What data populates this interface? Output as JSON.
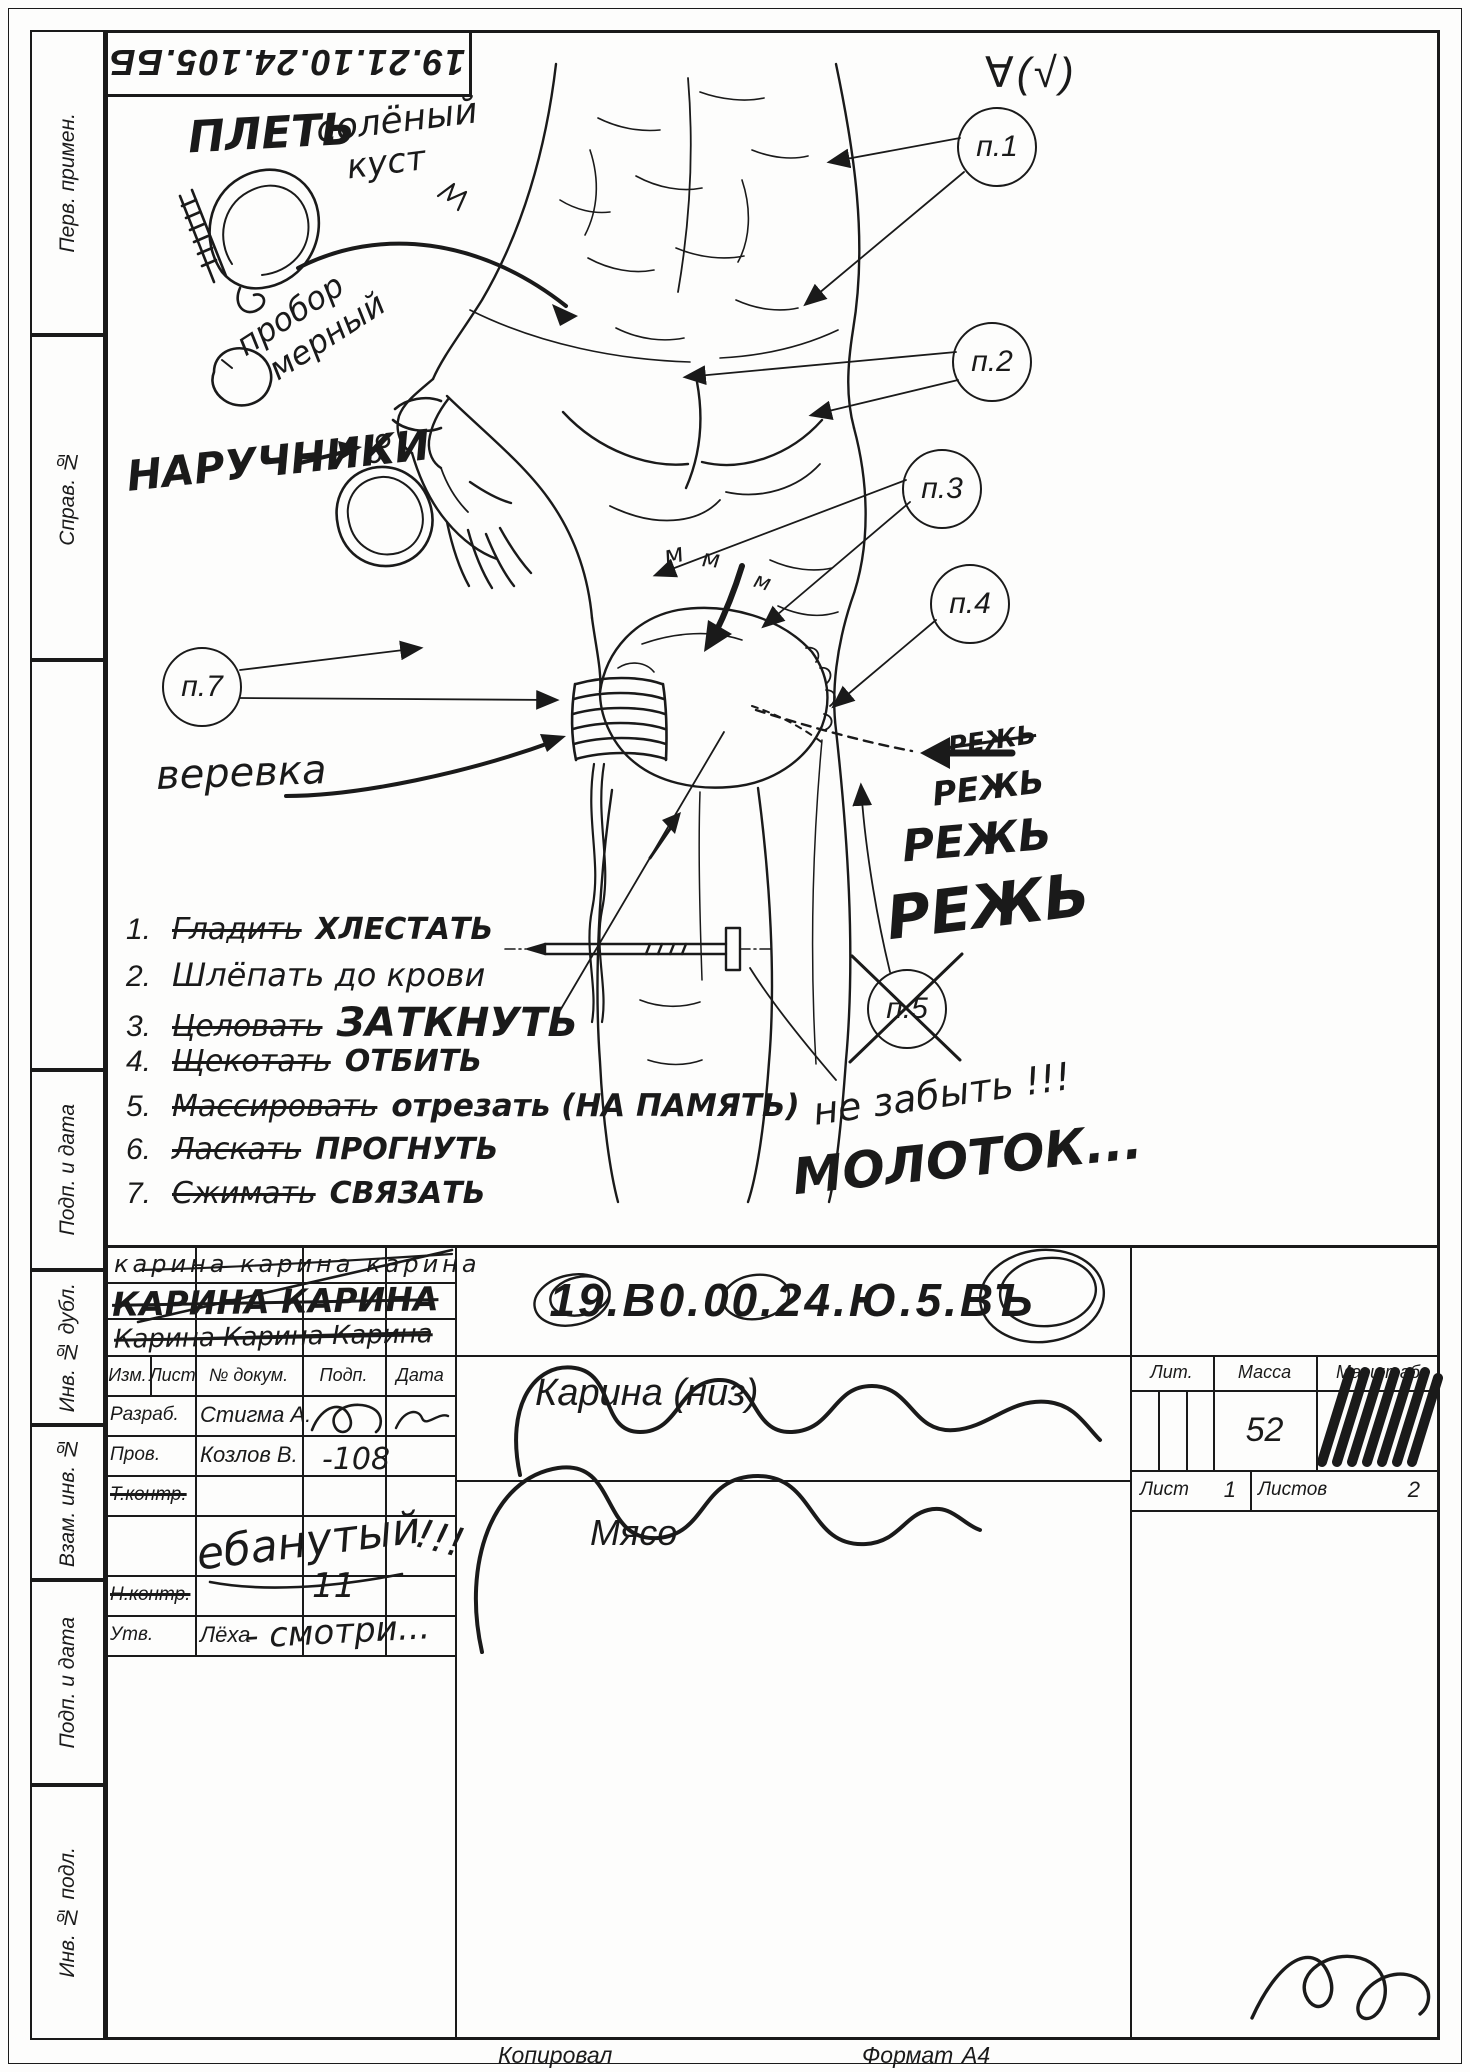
{
  "sheet": {
    "ink": "#1a1a1a",
    "paper": "#fdfdfc"
  },
  "stamp": {
    "code": "19.21.10.24.105.ББ"
  },
  "roughness_mark": "∀(√)",
  "margin_labels": [
    {
      "label": "Перв. примен."
    },
    {
      "label": "Справ. №"
    },
    {
      "label": "Подп. и дата"
    },
    {
      "label": "Инв. № дубл."
    },
    {
      "label": "Взам. инв. №"
    },
    {
      "label": "Подп. и дата"
    },
    {
      "label": "Инв. № подл."
    }
  ],
  "callouts": [
    {
      "id": "п.1"
    },
    {
      "id": "п.2"
    },
    {
      "id": "п.3"
    },
    {
      "id": "п.4"
    },
    {
      "id": "п.5"
    },
    {
      "id": "п.7"
    }
  ],
  "annotations": {
    "whip": "ПЛЕТЬ",
    "salty_bush_line1": "солёный",
    "salty_bush_line2": "куст",
    "parting_line1": "пробор",
    "parting_line2": "мерный",
    "handcuffs": "НАРУЧНИКИ",
    "rope": "веревка",
    "cut_small": "РЕЖЬ",
    "cut_medium": "РЕЖЬ",
    "cut_large": "РЕЖЬ",
    "cut_xlarge": "РЕЖЬ",
    "dont_forget": "не забыть !!!",
    "hammer": "МОЛОТОК...",
    "m_marks": [
      "м",
      "м",
      "м"
    ]
  },
  "todo_list": [
    {
      "num": "1.",
      "old": "Гладить",
      "new": "ХЛЕСТАТЬ"
    },
    {
      "num": "2.",
      "old": "",
      "new": "Шлёпать до крови"
    },
    {
      "num": "3.",
      "old": "Целовать",
      "new": "ЗАТКНУТЬ"
    },
    {
      "num": "4.",
      "old": "Щекотать",
      "new": "ОТБИТЬ"
    },
    {
      "num": "5.",
      "old": "Массировать",
      "new": "отрезать (НА ПАМЯТЬ)"
    },
    {
      "num": "6.",
      "old": "Ласкать",
      "new": "ПРОГНУТЬ"
    },
    {
      "num": "7.",
      "old": "Сжимать",
      "new": "СВЯЗАТЬ"
    }
  ],
  "title_block": {
    "scrawl_rows": [
      "карина   карина   карина",
      "КАРИНА  КАРИНА",
      "Карина Карина Карина"
    ],
    "designation": "19.В0.00.24.Ю.5.ВЪ",
    "header_cols": [
      "Изм.",
      "Лист",
      "№ докум.",
      "Подп.",
      "Дата"
    ],
    "rows": [
      {
        "role": "Разраб.",
        "name": "Стигма А."
      },
      {
        "role": "Пров.",
        "name": "Козлов В."
      },
      {
        "role": "Т.контр.",
        "name": ""
      },
      {
        "role": "Н.контр.",
        "name": ""
      },
      {
        "role": "Утв.",
        "name": "Лёха"
      }
    ],
    "handwriting": {
      "minus108": "-108",
      "crazy": "ебанутый",
      "ones": "11",
      "bangs": "!!!",
      "look": "- смотри..."
    },
    "doc_title": "Карина (низ)",
    "material": "Мясо",
    "lit_label": "Лит.",
    "mass_label": "Масса",
    "scale_label": "Масштаб",
    "mass_value": "52",
    "sheet_label": "Лист",
    "sheet_value": "1",
    "sheets_label": "Листов",
    "sheets_value": "2"
  },
  "footer": {
    "copied": "Копировал",
    "format_label": "Формат",
    "format_value": "А4"
  }
}
